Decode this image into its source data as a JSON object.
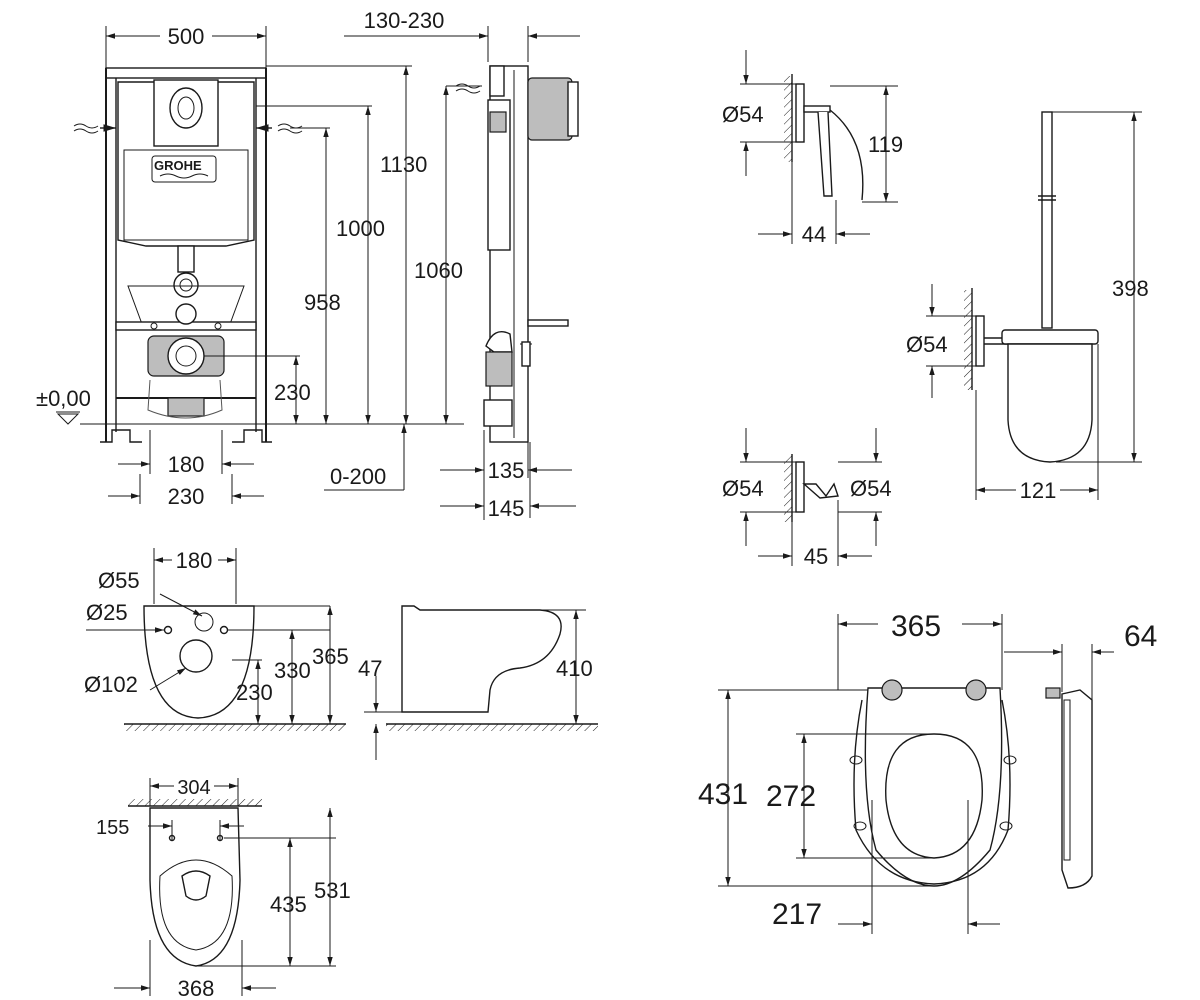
{
  "frame": {
    "width_label": "500",
    "offset_label": "130-230",
    "height_1130": "1130",
    "height_1000": "1000",
    "height_1060": "1060",
    "height_958": "958",
    "height_230": "230",
    "floor_label": "±0,00",
    "bottom_180": "180",
    "bottom_230": "230",
    "adjust_label": "0-200",
    "depth_135": "135",
    "depth_145": "145",
    "brand_logo": "GROHE"
  },
  "bowl_top": {
    "d55": "Ø55",
    "d25": "Ø25",
    "d102": "Ø102",
    "w180": "180",
    "h365": "365",
    "h330": "330",
    "h230": "230",
    "h47": "47",
    "h410": "410"
  },
  "bowl_plan": {
    "w304": "304",
    "w155": "155",
    "h435": "435",
    "h531": "531",
    "w368": "368"
  },
  "paper_holder": {
    "d54": "Ø54",
    "h119": "119",
    "w44": "44"
  },
  "brush_set": {
    "d54": "Ø54",
    "h398": "398",
    "w121": "121"
  },
  "hook": {
    "d54_left": "Ø54",
    "d54_right": "Ø54",
    "w45": "45"
  },
  "seat": {
    "w365": "365",
    "w64": "64",
    "h431": "431",
    "h272": "272",
    "w217": "217"
  }
}
